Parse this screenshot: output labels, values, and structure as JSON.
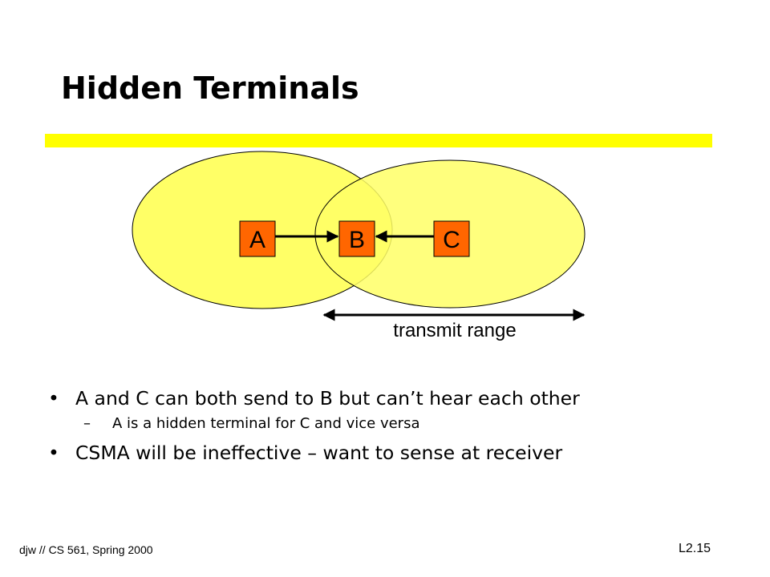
{
  "slide": {
    "title": "Hidden Terminals",
    "accent_color": "#ffff00"
  },
  "diagram": {
    "nodes": [
      {
        "label": "A",
        "color": "#ff6600"
      },
      {
        "label": "B",
        "color": "#ff6600"
      },
      {
        "label": "C",
        "color": "#ff6600"
      }
    ],
    "range_fill_color": "#ffff66",
    "range_label": "transmit range"
  },
  "bullets": [
    {
      "text": "A and C can both send to B but can’t hear each other",
      "sub": "A is a hidden terminal for C and vice versa"
    },
    {
      "text": "CSMA will be ineffective – want to sense at receiver"
    }
  ],
  "footer": {
    "left": "djw // CS 561, Spring 2000",
    "right": "L2.15"
  }
}
